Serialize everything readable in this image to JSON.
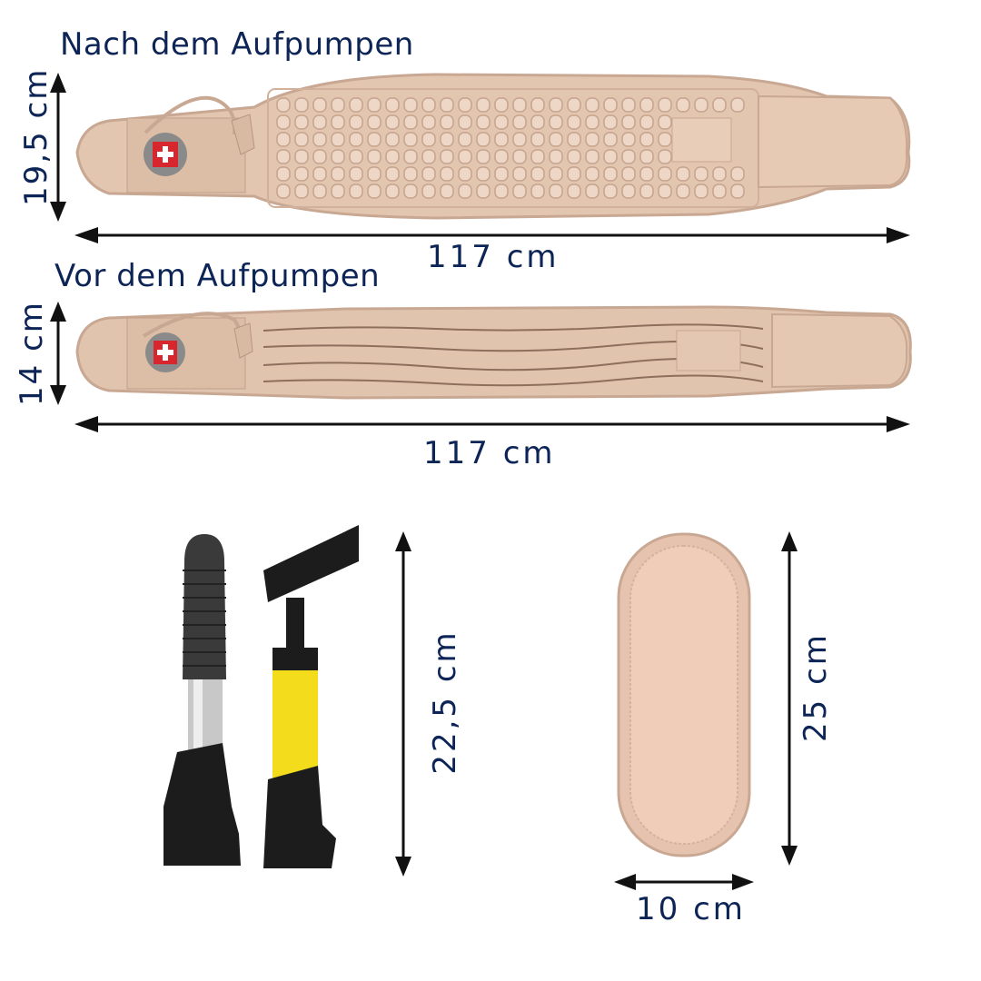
{
  "belt_inflated": {
    "title": "Nach dem Aufpumpen",
    "height_label": "19,5 cm",
    "width_label": "117 cm"
  },
  "belt_deflated": {
    "title": "Vor dem Aufpumpen",
    "height_label": "14 cm",
    "width_label": "117 cm"
  },
  "pump": {
    "height_label": "22,5 cm"
  },
  "pad": {
    "height_label": "25 cm",
    "width_label": "10 cm"
  },
  "colors": {
    "text": "#0d2456",
    "arrow": "#111111",
    "belt": "#e3c6b0",
    "belt_shadow": "#c9a893",
    "badge_grey": "#8a8a8a",
    "cross_red": "#d8262e",
    "pump_yellow": "#f2dc1c",
    "pump_silver": "#c9c9c9",
    "pump_black": "#1c1c1c",
    "pad": "#f0cdb8"
  }
}
